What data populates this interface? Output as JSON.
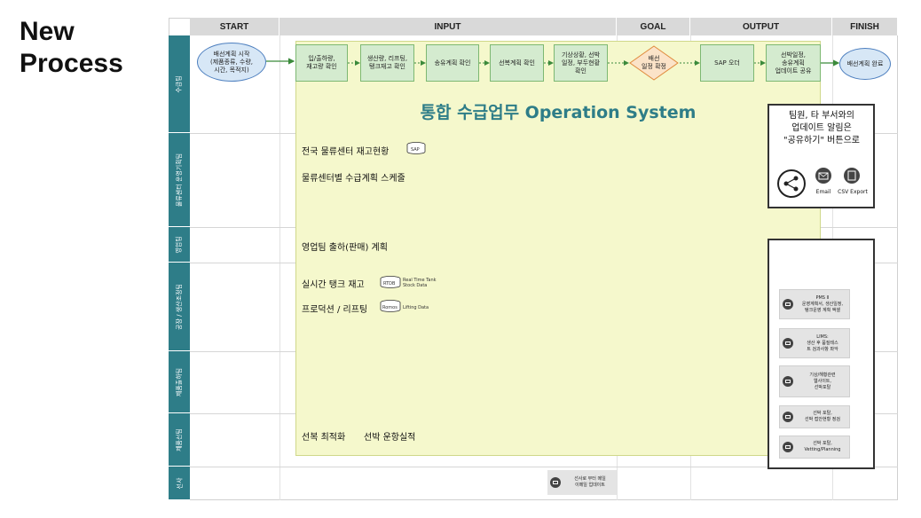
{
  "title_line1": "New",
  "title_line2": "Process",
  "phases": [
    "START",
    "INPUT",
    "GOAL",
    "OUTPUT",
    "FINISH"
  ],
  "lanes": [
    "수급팀",
    "물류센터 운영기획팀",
    "영업팀",
    "공장 / 생산조정팀",
    "제품출하팀",
    "제품선팀",
    "선사"
  ],
  "start_node": "배선계획 시작\n(제품종류, 수량,\n시간, 목적지)",
  "input_nodes": [
    "입/출하량,\n재고량 확인",
    "생산량, 리프팅,\n탱크재고 확인",
    "송유계획 확인",
    "선복계획 확인",
    "기상상황, 선박\n일정, 부두현황\n확인"
  ],
  "goal_node": "배선\n일정 확정",
  "output_nodes": [
    "SAP 오더",
    "선박일정,\n송유계획\n업데이트 공유"
  ],
  "finish_node": "배선계획 완료",
  "system_title": "통합 수급업무 Operation System",
  "lane_items": {
    "logistics_1": "전국 물류센터 재고현황",
    "logistics_1_db": "SAP",
    "logistics_2": "물류센터별 수급계획 스케줄",
    "sales_1": "영업팀 출하(판매) 계획",
    "plant_1": "실시간 탱크 재고",
    "plant_1_db": "RTDB",
    "plant_1_db_note": "Real Time Tank\nStock Data",
    "plant_2": "프로덕션 / 리프팅",
    "plant_2_db": "Romos",
    "plant_2_db_note": "Lifting Data",
    "ship_1": "선복 최적화",
    "ship_2": "선박 운항실적"
  },
  "share_panel": {
    "text": "팀원, 타 부서와의\n업데이트 알림은\n\"공유하기\" 버튼으로",
    "email_label": "Email",
    "csv_label": "CSV Export"
  },
  "systems": [
    {
      "text": "PMS II\n운영계획서, 생산일정,\n탱크운영 계획 액셀",
      "icon": "document-icon"
    },
    {
      "text": "LIMS:\n생산 후 품질테스\n트 검과사항 파악",
      "icon": "chat-icon"
    },
    {
      "text": "기상/해황관련\n웹사이트,\n선박포탈",
      "icon": "chat-icon"
    },
    {
      "text": "선박 포탈,\n선박 접안현황 정검",
      "icon": "chat-icon"
    },
    {
      "text": "선박 포탈,\nVetting/Planning",
      "icon": "chat-icon"
    }
  ],
  "carrier_message": "선사로 부터 메일\n이메일 업데이트",
  "colors": {
    "lane_label_bg": "#2e7d88",
    "system_area": "#f5f8cc",
    "process_node": "#d4ebcf",
    "terminal_node": "#d7e7f6",
    "goal_node": "#fbe3c8",
    "arrow": "#3b8a3b"
  }
}
